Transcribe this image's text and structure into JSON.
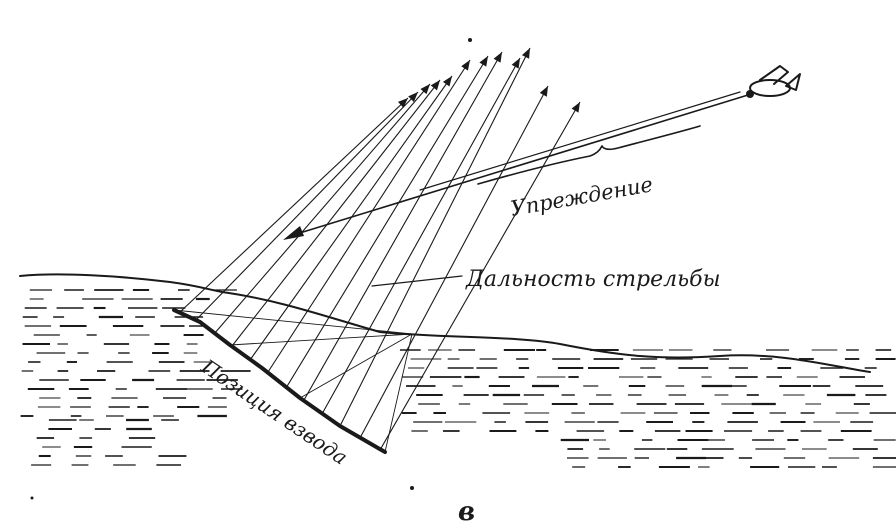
{
  "labels": {
    "lead": "Упреждение",
    "range": "Дальность стрельбы",
    "position": "Позиция взвода",
    "figure": "в"
  },
  "icons": {
    "aircraft": "aircraft-icon"
  },
  "colors": {
    "ink": "#1a1a1a",
    "background": "#ffffff"
  }
}
